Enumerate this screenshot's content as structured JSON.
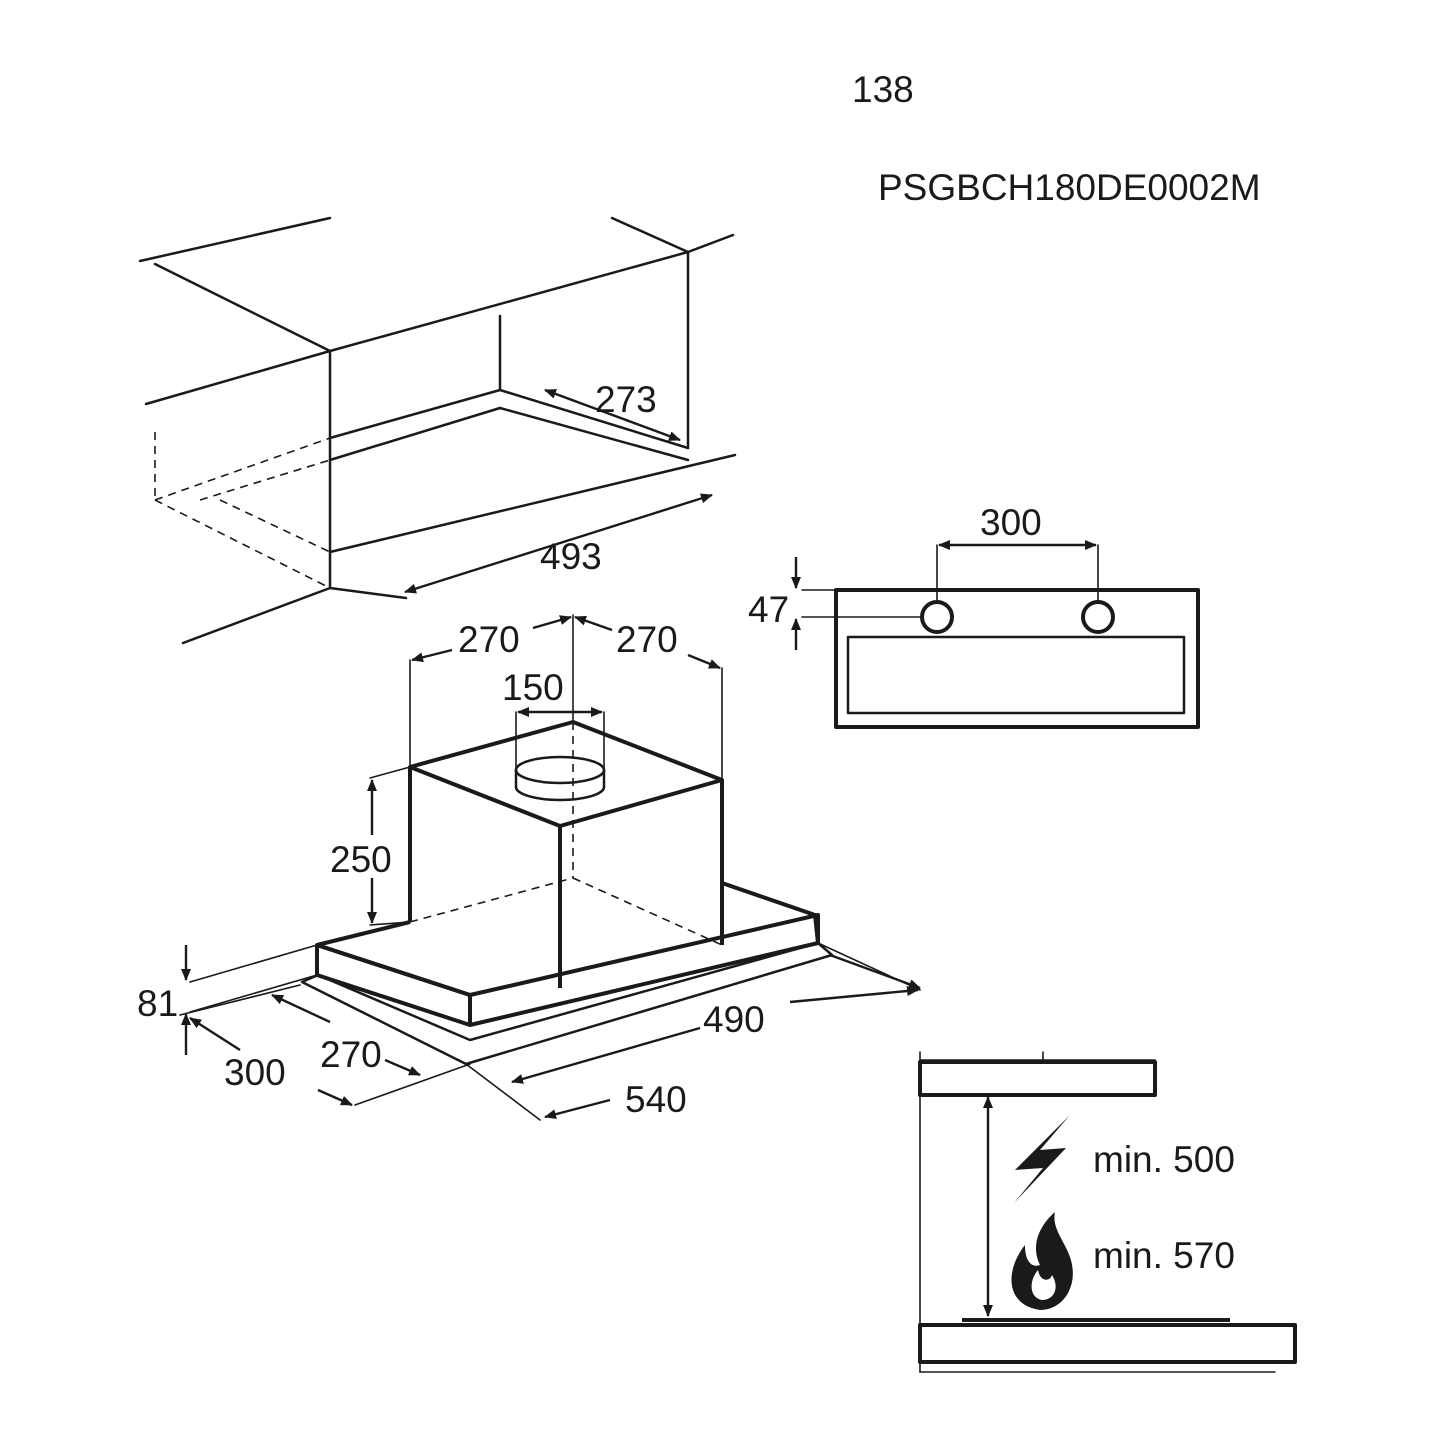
{
  "header": {
    "page_number": "138",
    "drawing_code": "PSGBCH180DE0002M"
  },
  "dimensions": {
    "cabinet_depth": "273",
    "cabinet_width": "493",
    "duct_spacing": "300",
    "duct_offset": "47",
    "top_left_half": "270",
    "top_right_half": "270",
    "duct_diameter": "150",
    "body_height": "250",
    "panel_height": "81",
    "body_width": "490",
    "panel_depth_270": "270",
    "panel_depth_300": "300",
    "panel_width": "540"
  },
  "clearance": {
    "electric_label": "min. 500",
    "gas_label": "min. 570"
  },
  "icons": {
    "electric": "lightning-icon",
    "gas": "flame-icon"
  }
}
